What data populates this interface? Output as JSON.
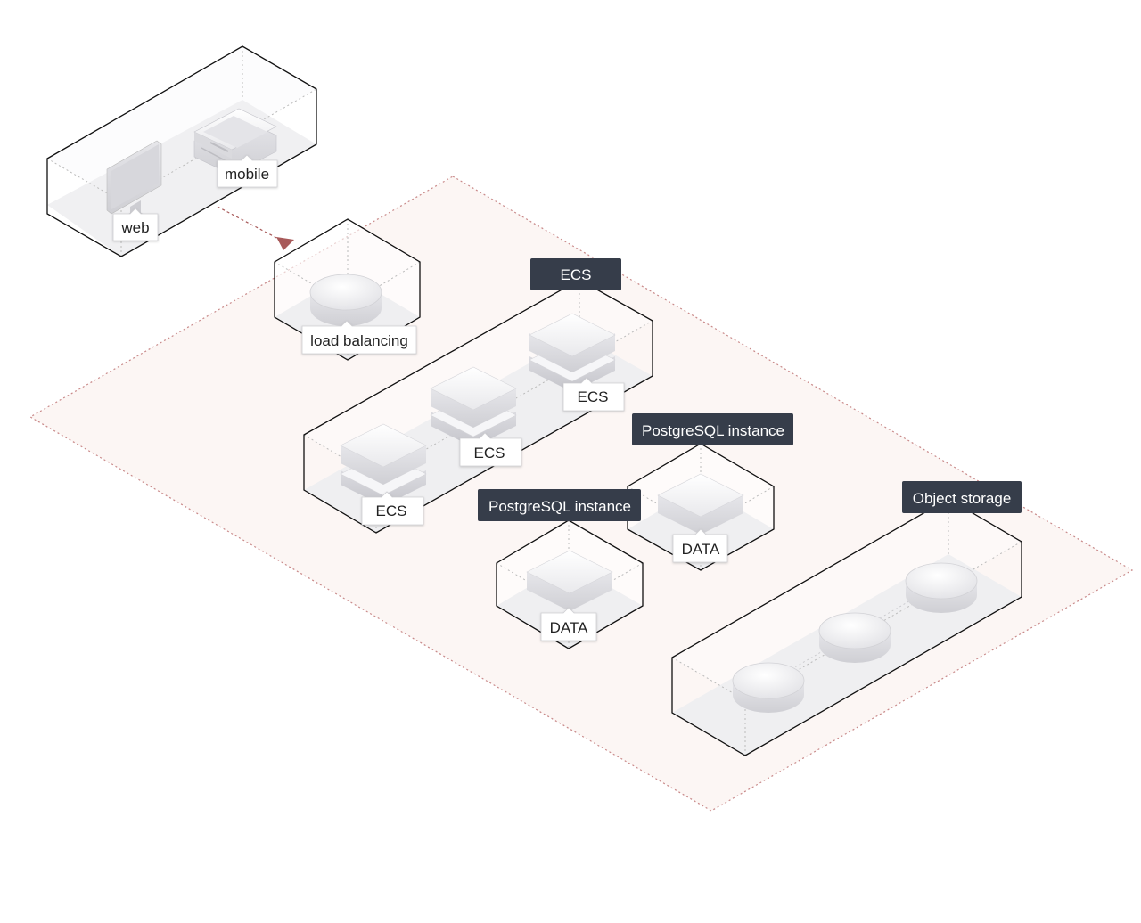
{
  "nodes": {
    "web": "web",
    "mobile": "mobile",
    "load_balancing": "load balancing",
    "ecs_group": "ECS",
    "ecs_1": "ECS",
    "ecs_2": "ECS",
    "ecs_3": "ECS",
    "postgres_a": "PostgreSQL instance",
    "postgres_a_data": "DATA",
    "postgres_b": "PostgreSQL instance",
    "postgres_b_data": "DATA",
    "object_storage": "Object storage"
  },
  "icons": [
    "monitor-icon",
    "mobile-device-icon",
    "load-balancer-icon",
    "server-icon",
    "database-icon",
    "storage-disk-icon"
  ],
  "colors": {
    "zone_border": "#c98a8a",
    "zone_fill": "#fcf6f4",
    "arrow": "#a85a5a",
    "dark_tag": "#363d4a",
    "outline": "#111111"
  }
}
